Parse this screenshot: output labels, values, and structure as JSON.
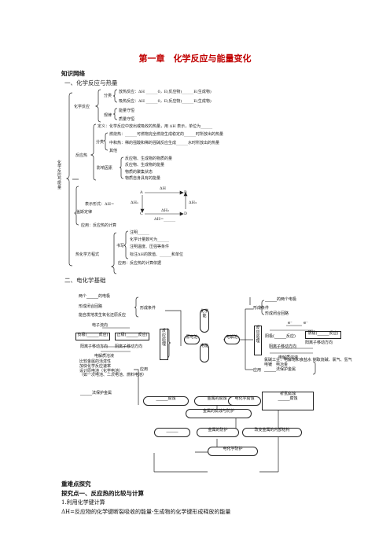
{
  "title": "第一章　化学反应与能量变化",
  "section1": {
    "heading": "知识网络",
    "sub1": "一、化学反应与热量",
    "tree": {
      "root": "化学反应与能量",
      "rxn": "化学反应",
      "fenlei": "分类",
      "f1": "放热反应：ΔH ______0，E(反应物)______E(生成物)",
      "f2": "吸热反应：ΔH ______0，E(反应物)______E(生成物)",
      "guilv": "规律",
      "g1": "能量守恒",
      "g2": "质量守恒",
      "rxnheat": "反应热",
      "def": "定义：化学反应中放出或吸收的热量，用 ΔH 表示，单位为______",
      "fenlei2": "分类",
      "c1": "燃烧热：______可燃物完全燃烧生成稳定的______时所放出的热量",
      "c2": "中和热：稀的强酸和稀的强碱反应生成______水时所放出的热量",
      "c3": "其他",
      "yingxiang": "影响因素",
      "y1": "反应物、生成物的物质的量",
      "y2": "反应物、生成物的能量",
      "y3": "物质的聚集状态",
      "y4": "物质自身具有的能量",
      "gaisi": "盖斯定律",
      "biaoshi": "表示形式：ΔH=",
      "A": "A",
      "B": "B",
      "C": "C",
      "D": "D",
      "dh": "ΔH",
      "dh1": "ΔH₁",
      "dh2": "ΔH₂",
      "dh3": "ΔH₃",
      "dhsum": "ΔH=______",
      "yingyong": "应用：反应热的计算",
      "rehua": "热化学方程式",
      "shuxie": "书写",
      "s1": "注明______",
      "s2": "化学计量数可为______",
      "s3": "注明温度、压强等条件",
      "s4": "标注ΔH的数值、______和单位",
      "s5": "应用：反应热的计算依据"
    },
    "sub2": "二、电化学基础"
  },
  "diagram2": {
    "liangge": "两个______的电极",
    "bihe": "形成闭合回路",
    "zifa": "能自发地发生氧化还原反应",
    "xingcheng": "形成条件",
    "dianzi": "电子流向",
    "fuji": "负极(______反应)",
    "zhengji": "正极(______反应)",
    "yang_move": "阳离子移动方向",
    "yin_move": "阴离子移动方向",
    "dianjie_path": "电解质溶液",
    "fanying_yuanli": "反应原理",
    "yuandianchi": "原电池",
    "dianjiechi": "电解池",
    "huaxueneng": "化学能",
    "dianneng": "电能",
    "yingyong_l": "应用",
    "comparison": "比较金属的活泼性\n加快化学反应速率\n设计原电池（化学电池）\n（如一次电池、二次电池、燃料电池）",
    "fa_bh": "______法保护金属",
    "xingcheng_r": "形成条件",
    "r1": "______的两个电极",
    "r2": "形成闭合回路",
    "yangji": "阳极(______反应)",
    "yinji": "阴极(______反应)",
    "e1": "e⁻",
    "e2": "e⁻",
    "yin_r": "阴离子移动方向",
    "yang_r": "阳离子移动方向",
    "dianjiezhi_r": "电解质溶液",
    "fanying_r": "反应原理",
    "apps_r": "氯碱工业：电解饱和食盐水 制取烧碱、氯气、氢气\n电镀　电冶金\n______法保护金属",
    "yingyong_r": "应用",
    "fushi": "______腐蚀",
    "jinshufushi": "金属的腐蚀",
    "dianhuaxuefushi": "电化学腐蚀",
    "xiqing": "析氢腐蚀\n______腐蚀",
    "fushi_fanghu": "金属的腐蚀与防护",
    "blank": "______",
    "fanghu": "金属的防护",
    "gaibian": "改变金属的内部结构",
    "dianhuaxuefanghu": "电化学防护"
  },
  "section2": {
    "heading": "重难点探究",
    "sub": "探究点一、反应热的比较与计算",
    "p1": "1.利用化学键计算",
    "p2": "ΔH=反应物的化学键断裂吸收的能量-生成物的化学键形成释放的能量"
  }
}
